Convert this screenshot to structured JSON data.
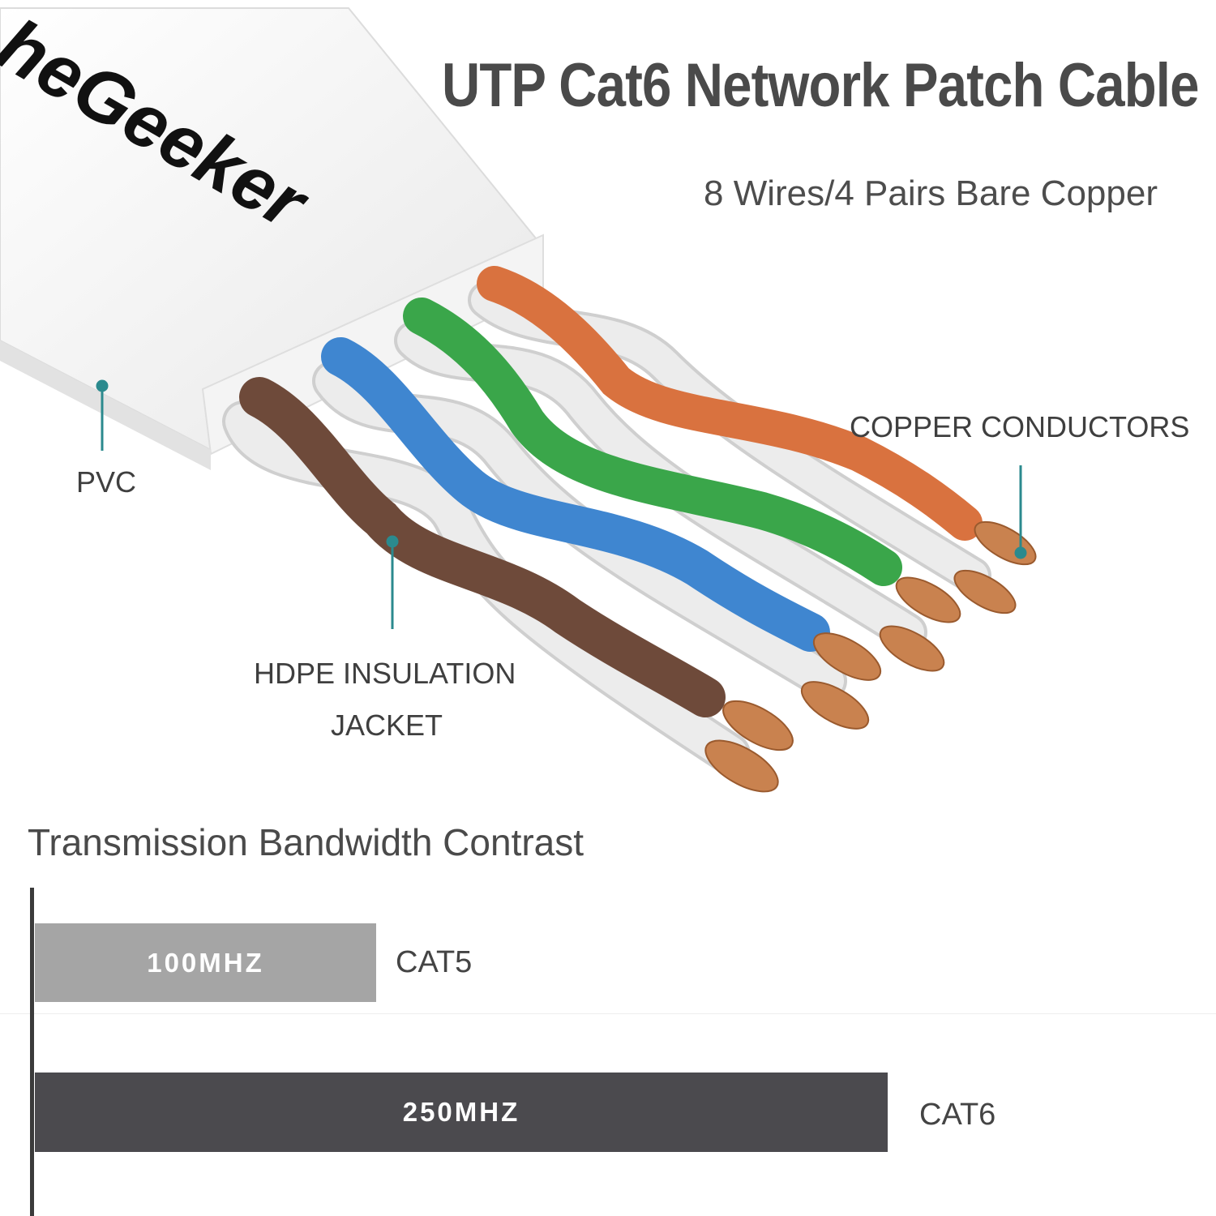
{
  "header": {
    "title": "UTP Cat6 Network Patch Cable",
    "subtitle": "8 Wires/4 Pairs Bare Copper"
  },
  "brand": {
    "text": "heGeeker"
  },
  "callouts": {
    "pvc": "PVC",
    "copper": "COPPER CONDUCTORS",
    "hdpe_line1": "HDPE INSULATION",
    "hdpe_line2": "JACKET"
  },
  "colors": {
    "accent_line": "#2b8a8e",
    "wire_brown": "#6e4a3a",
    "wire_blue": "#3f86d0",
    "wire_green": "#3aa64a",
    "wire_orange": "#d9723f",
    "wire_white": "#e8e8e8",
    "copper": "#c9824f",
    "cat5_bar": "#a5a5a5",
    "cat6_bar": "#4b4a4e"
  },
  "bandwidth": {
    "title": "Transmission Bandwidth Contrast",
    "unit_max_mhz": 250,
    "items": [
      {
        "label": "CAT5",
        "bar_text": "100MHZ",
        "mhz": 100,
        "color": "#a5a5a5"
      },
      {
        "label": "CAT6",
        "bar_text": "250MHZ",
        "mhz": 250,
        "color": "#4b4a4e"
      }
    ]
  }
}
